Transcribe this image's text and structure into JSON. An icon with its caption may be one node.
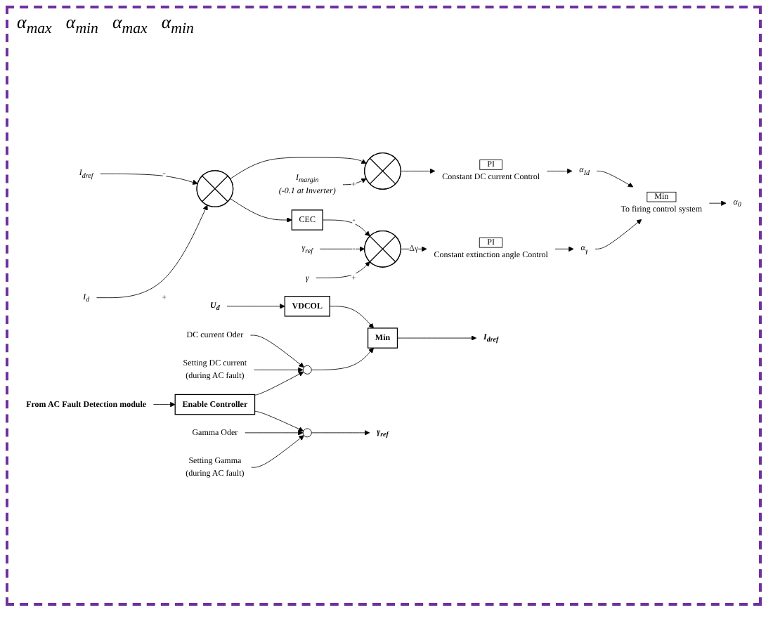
{
  "diagram": {
    "nodes": [
      {
        "text": [
          "I$_{dref}$"
        ]
      },
      {
        "text": [],
        "shape": "circle"
      },
      {
        "text": [
          "I$_{d}$"
        ]
      },
      {
        "text": [],
        "shape": "circle"
      },
      {
        "text": [
          "I$_{margin}$",
          "(-0.1 at Inverter)"
        ]
      },
      {
        "text": [
          "PI"
        ],
        "beside": [
          "Constant DC current Control"
        ]
      },
      {
        "text": [
          "α$_{Id}$"
        ]
      },
      {
        "text": [
          "Min"
        ],
        "beside": [
          "To firing control system"
        ]
      },
      {
        "text": [
          "α$_{0}$"
        ]
      },
      {
        "text": [
          "CEC"
        ]
      },
      {
        "text": [
          "γ$_{ref}$"
        ]
      },
      {
        "text": [],
        "shape": "circle"
      },
      {
        "text": [
          "γ"
        ]
      },
      {
        "text": [
          "PI"
        ],
        "beside": [
          "Constant extinction angle Control"
        ]
      },
      {
        "text": [
          "α$_{γ}$"
        ]
      },
      {
        "text": [
          "U$_{d}$"
        ]
      },
      {
        "text": [
          "VDCOL"
        ]
      },
      {
        "text": [
          "Min"
        ]
      },
      {
        "text": [
          "I$_{dref}$"
        ]
      },
      {
        "text": [
          "DC current Oder"
        ]
      },
      {
        "text": [],
        "shape": "switch"
      },
      {
        "text": [
          "Setting DC current",
          "(during AC fault)"
        ]
      },
      {
        "text": [
          "From AC Fault Detection module"
        ]
      },
      {
        "text": [
          "Enable Controller"
        ]
      },
      {
        "text": [
          "Gamma Oder"
        ]
      },
      {
        "text": [],
        "shape": "switch"
      },
      {
        "text": [
          "Setting Gamma",
          "(during AC fault)"
        ]
      },
      {
        "text": [
          "γ$_{ref}$"
        ]
      }
    ],
    "edges": [
      {
        "from": 0,
        "to": 1,
        "arrow": "to",
        "label": "-"
      },
      {
        "from": 2,
        "to": 1,
        "arrow": "to",
        "label": "+"
      },
      {
        "from": 1,
        "to": 3,
        "arrow": "to"
      },
      {
        "from": 1,
        "to": 9,
        "arrow": "to"
      },
      {
        "from": 4,
        "to": 3,
        "arrow": "to",
        "label": "+"
      },
      {
        "from": 3,
        "to": 5,
        "arrow": "to"
      },
      {
        "from": 5,
        "to": 6,
        "arrow": "to"
      },
      {
        "from": 6,
        "to": 7,
        "arrow": "to"
      },
      {
        "from": 7,
        "to": 8,
        "arrow": "to"
      },
      {
        "from": 9,
        "to": 11,
        "arrow": "to",
        "label": "-"
      },
      {
        "from": 10,
        "to": 11,
        "arrow": "to",
        "label": "-"
      },
      {
        "from": 12,
        "to": 11,
        "arrow": "to",
        "label": "+"
      },
      {
        "from": 11,
        "to": 13,
        "arrow": "to",
        "label": "Δγ"
      },
      {
        "from": 13,
        "to": 14,
        "arrow": "to"
      },
      {
        "from": 14,
        "to": 7,
        "arrow": "to"
      },
      {
        "from": 15,
        "to": 16,
        "arrow": "to"
      },
      {
        "from": 16,
        "to": 17,
        "arrow": "to"
      },
      {
        "from": 17,
        "to": 18,
        "arrow": "to"
      },
      {
        "from": 19,
        "to": 20,
        "arrow": "to"
      },
      {
        "from": 21,
        "to": 20,
        "arrow": "to"
      },
      {
        "from": 20,
        "to": 17,
        "arrow": "to"
      },
      {
        "from": 22,
        "to": 23,
        "arrow": "to"
      },
      {
        "from": 23,
        "to": 20,
        "arrow": "to"
      },
      {
        "from": 23,
        "to": 25,
        "arrow": "to"
      },
      {
        "from": 24,
        "to": 25,
        "arrow": "to"
      },
      {
        "from": 26,
        "to": 25,
        "arrow": "to"
      },
      {
        "from": 25,
        "to": 27,
        "arrow": "to"
      }
    ],
    "labels": [
      "α$_{max}$",
      "α$_{min}$",
      "α$_{max}$",
      "α$_{min}$"
    ]
  }
}
